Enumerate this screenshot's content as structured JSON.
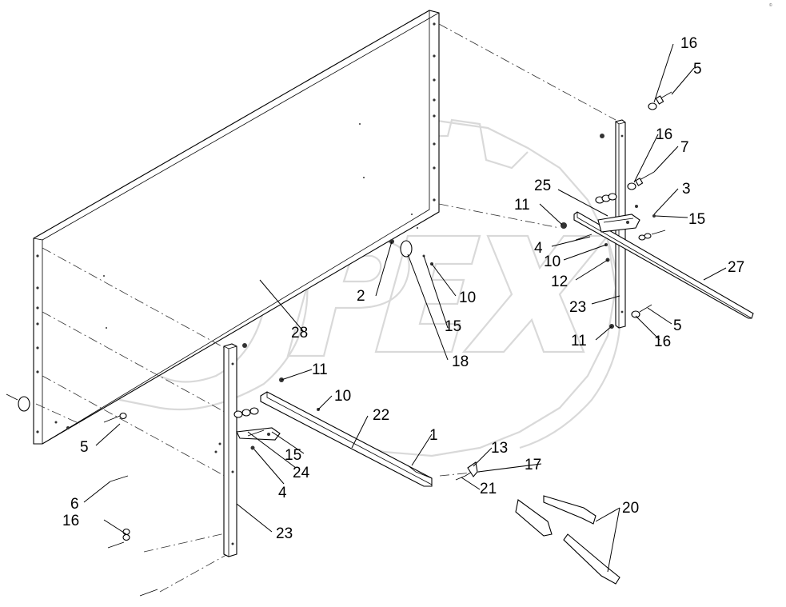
{
  "watermark": {
    "text": "OPEX",
    "color": "#d9d9d9"
  },
  "corner_mark": "© ",
  "parts": [
    {
      "id": "callout-16-top",
      "text": "16"
    },
    {
      "id": "callout-5-top",
      "text": "5"
    },
    {
      "id": "callout-16-mid",
      "text": "16"
    },
    {
      "id": "callout-7",
      "text": "7"
    },
    {
      "id": "callout-25",
      "text": "25"
    },
    {
      "id": "callout-3",
      "text": "3"
    },
    {
      "id": "callout-11-top",
      "text": "11"
    },
    {
      "id": "callout-15-right",
      "text": "15"
    },
    {
      "id": "callout-4-right",
      "text": "4"
    },
    {
      "id": "callout-27",
      "text": "27"
    },
    {
      "id": "callout-10-right",
      "text": "10"
    },
    {
      "id": "callout-12",
      "text": "12"
    },
    {
      "id": "callout-2",
      "text": "2"
    },
    {
      "id": "callout-10-center",
      "text": "10"
    },
    {
      "id": "callout-23-right",
      "text": "23"
    },
    {
      "id": "callout-28",
      "text": "28"
    },
    {
      "id": "callout-15-center",
      "text": "15"
    },
    {
      "id": "callout-5-right",
      "text": "5"
    },
    {
      "id": "callout-11-right",
      "text": "11"
    },
    {
      "id": "callout-16-right",
      "text": "16"
    },
    {
      "id": "callout-18",
      "text": "18"
    },
    {
      "id": "callout-11-left",
      "text": "11"
    },
    {
      "id": "callout-10-left",
      "text": "10"
    },
    {
      "id": "callout-22",
      "text": "22"
    },
    {
      "id": "callout-5-left",
      "text": "5"
    },
    {
      "id": "callout-1",
      "text": "1"
    },
    {
      "id": "callout-13",
      "text": "13"
    },
    {
      "id": "callout-15-left",
      "text": "15"
    },
    {
      "id": "callout-24",
      "text": "24"
    },
    {
      "id": "callout-17",
      "text": "17"
    },
    {
      "id": "callout-21",
      "text": "21"
    },
    {
      "id": "callout-4-left",
      "text": "4"
    },
    {
      "id": "callout-6",
      "text": "6"
    },
    {
      "id": "callout-20",
      "text": "20"
    },
    {
      "id": "callout-16-left",
      "text": "16"
    },
    {
      "id": "callout-23-left",
      "text": "23"
    }
  ]
}
